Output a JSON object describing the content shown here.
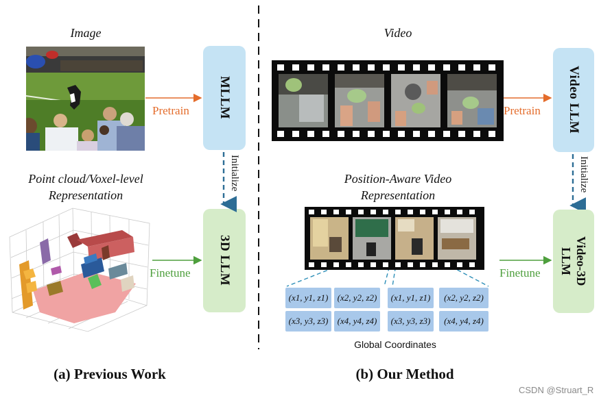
{
  "left": {
    "image_caption": "Image",
    "representation_caption_line1": "Point cloud/Voxel-level",
    "representation_caption_line2": "Representation",
    "mllm_label": "MLLM",
    "llm3d_label": "3D LLM",
    "pretrain_label": "Pretrain",
    "finetune_label": "Finetune",
    "initialize_label": "Initialize",
    "subtitle": "(a) Previous Work"
  },
  "right": {
    "video_caption": "Video",
    "representation_caption_line1": "Position-Aware Video",
    "representation_caption_line2": "Representation",
    "video_llm_label": "Video LLM",
    "video3d_line1": "Video-3D",
    "video3d_line2": "LLM",
    "pretrain_label": "Pretrain",
    "finetune_label": "Finetune",
    "initialize_label": "Initialize",
    "global_coordinates_label": "Global Coordinates",
    "coordinates": [
      "(x1, y1, z1)",
      "(x2, y2, z2)",
      "(x3, y3, z3)",
      "(x4, y4, z4)"
    ],
    "subtitle": "(b) Our Method"
  },
  "watermark": "CSDN @Struart_R",
  "colors": {
    "blue_box": "#c5e3f4",
    "green_box": "#d6ecc9",
    "pretrain_orange": "#e46c2b",
    "finetune_green": "#4e9f3d",
    "initialize_arrow": "#2d6d95",
    "coordinate_cell": "#a8c8ea",
    "dashed_guide": "#2e8fb8"
  }
}
